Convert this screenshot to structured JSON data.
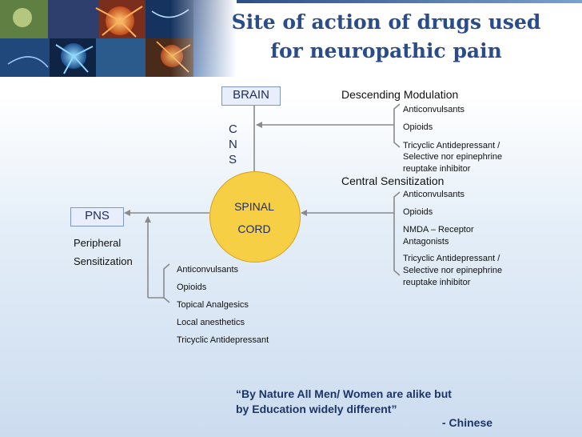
{
  "title": {
    "line1": "Site of action of drugs used",
    "line2": "for neuropathic pain"
  },
  "brain": {
    "label": "BRAIN"
  },
  "cns": {
    "letters": [
      "C",
      "N",
      "S"
    ]
  },
  "spinal_cord": {
    "line1": "SPINAL",
    "line2": "CORD"
  },
  "pns": {
    "label": "PNS"
  },
  "peripheral": {
    "line1": "Peripheral",
    "line2": "Sensitization"
  },
  "descending": {
    "heading": "Descending Modulation",
    "items": [
      {
        "line1": "Anticonvulsants"
      },
      {
        "line1": "Opioids"
      },
      {
        "line1": "Tricyclic Antidepressant /",
        "line2": "Selective nor epinephrine",
        "line3": "reuptake inhibitor"
      }
    ]
  },
  "central": {
    "heading": "Central Sensitization",
    "items": [
      {
        "line1": "Anticonvulsants"
      },
      {
        "line1": "Opioids"
      },
      {
        "line1": "NMDA – Receptor",
        "line2": "Antagonists"
      },
      {
        "line1": "Tricyclic Antidepressant /",
        "line2": "Selective nor epinephrine",
        "line3": "reuptake inhibitor"
      }
    ]
  },
  "peripheral_drugs": {
    "items": [
      "Anticonvulsants",
      "Opioids",
      "Topical Analgesics",
      "Local anesthetics",
      "Tricyclic Antidepressant"
    ]
  },
  "quote": {
    "line1": "“By Nature All Men/ Women are alike but",
    "line2": "by Education widely different”",
    "author": "-   Chinese"
  },
  "colors": {
    "title": "#2b4c8a",
    "box_fill": "#e9eefc",
    "box_border": "#7f97c7",
    "cord_fill": "#f7cf45",
    "connector": "#8a8a8a"
  },
  "icons": {
    "banner": "neuron-collage-image",
    "arrow": "arrow-head-icon"
  }
}
